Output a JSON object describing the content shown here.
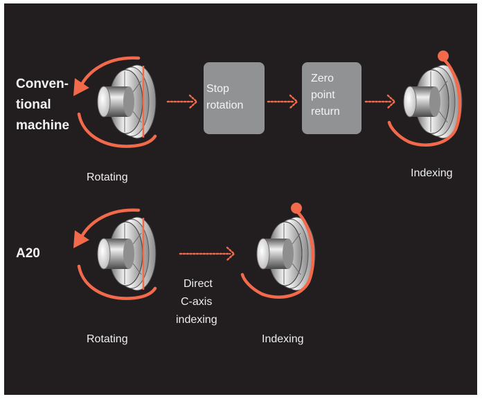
{
  "rows": [
    {
      "label_lines": [
        "Conven-",
        "tional",
        "machine"
      ],
      "start_caption": "Rotating",
      "steps": [
        {
          "lines": [
            "Stop",
            "rotation"
          ]
        },
        {
          "lines": [
            "Zero",
            "point",
            "return"
          ]
        }
      ],
      "end_caption": "Indexing"
    },
    {
      "label_lines": [
        "A20"
      ],
      "start_caption": "Rotating",
      "arrow_caption_lines": [
        "Direct",
        "C-axis",
        "indexing"
      ],
      "end_caption": "Indexing"
    }
  ],
  "colors": {
    "background": "#221e1f",
    "accent": "#f26a4b",
    "step_box": "#909294"
  }
}
